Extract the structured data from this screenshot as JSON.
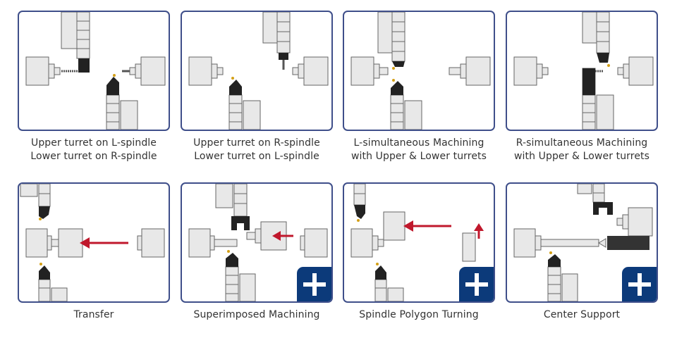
{
  "colors": {
    "border": "#3f4f8a",
    "machine_fill": "#e8e8e8",
    "machine_stroke": "#666666",
    "tool_dark": "#222222",
    "arrow": "#c0182c",
    "badge": "#0c3a7a"
  },
  "cards": [
    {
      "lines": [
        "Upper turret on L-spindle",
        "Lower turret on R-spindle"
      ]
    },
    {
      "lines": [
        "Upper turret on R-spindle",
        "Lower turret on L-spindle"
      ]
    },
    {
      "lines": [
        "L-simultaneous Machining",
        "with Upper & Lower turrets"
      ]
    },
    {
      "lines": [
        "R-simultaneous Machining",
        "with Upper & Lower turrets"
      ]
    },
    {
      "lines": [
        "Transfer"
      ]
    },
    {
      "lines": [
        "Superimposed Machining"
      ],
      "badge": "plus-icon"
    },
    {
      "lines": [
        "Spindle Polygon Turning"
      ],
      "badge": "plus-icon"
    },
    {
      "lines": [
        "Center Support"
      ],
      "badge": "plus-icon"
    }
  ]
}
